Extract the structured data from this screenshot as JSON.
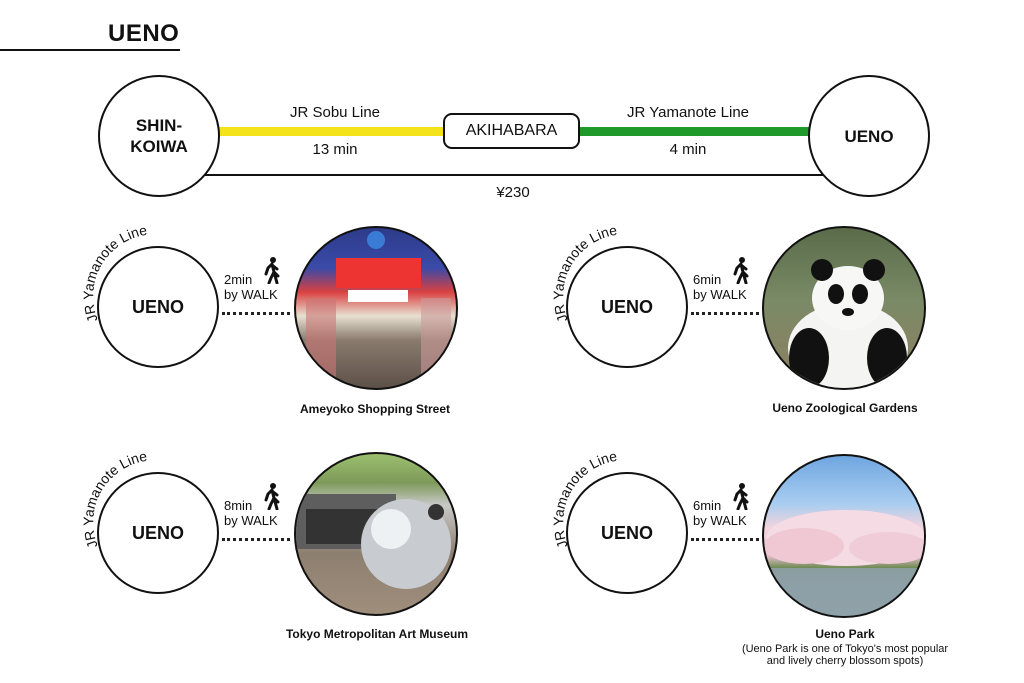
{
  "title": "UENO",
  "route": {
    "origin": "SHIN-\nKOIWA",
    "transfer": "AKIHABARA",
    "destination": "UENO",
    "leg1": {
      "line": "JR Sobu Line",
      "time": "13 min",
      "color": "#f4e21a"
    },
    "leg2": {
      "line": "JR Yamanote Line",
      "time": "4 min",
      "color": "#1f9a2a"
    },
    "fare": "¥230"
  },
  "spots": [
    {
      "line": "JR Yamanote Line",
      "station": "UENO",
      "walk_time": "2min",
      "walk_mode": "by WALK",
      "name": "Ameyoko Shopping Street",
      "note": ""
    },
    {
      "line": "JR Yamanote Line",
      "station": "UENO",
      "walk_time": "6min",
      "walk_mode": "by WALK",
      "name": "Ueno Zoological Gardens",
      "note": ""
    },
    {
      "line": "JR Yamanote Line",
      "station": "UENO",
      "walk_time": "8min",
      "walk_mode": "by WALK",
      "name": "Tokyo Metropolitan Art Museum",
      "note": ""
    },
    {
      "line": "JR Yamanote Line",
      "station": "UENO",
      "walk_time": "6min",
      "walk_mode": "by WALK",
      "name": "Ueno Park",
      "note": "(Ueno Park is one of Tokyo's most popular\nand lively cherry blossom spots)"
    }
  ],
  "icons": {
    "walk": "pedestrian-icon"
  }
}
